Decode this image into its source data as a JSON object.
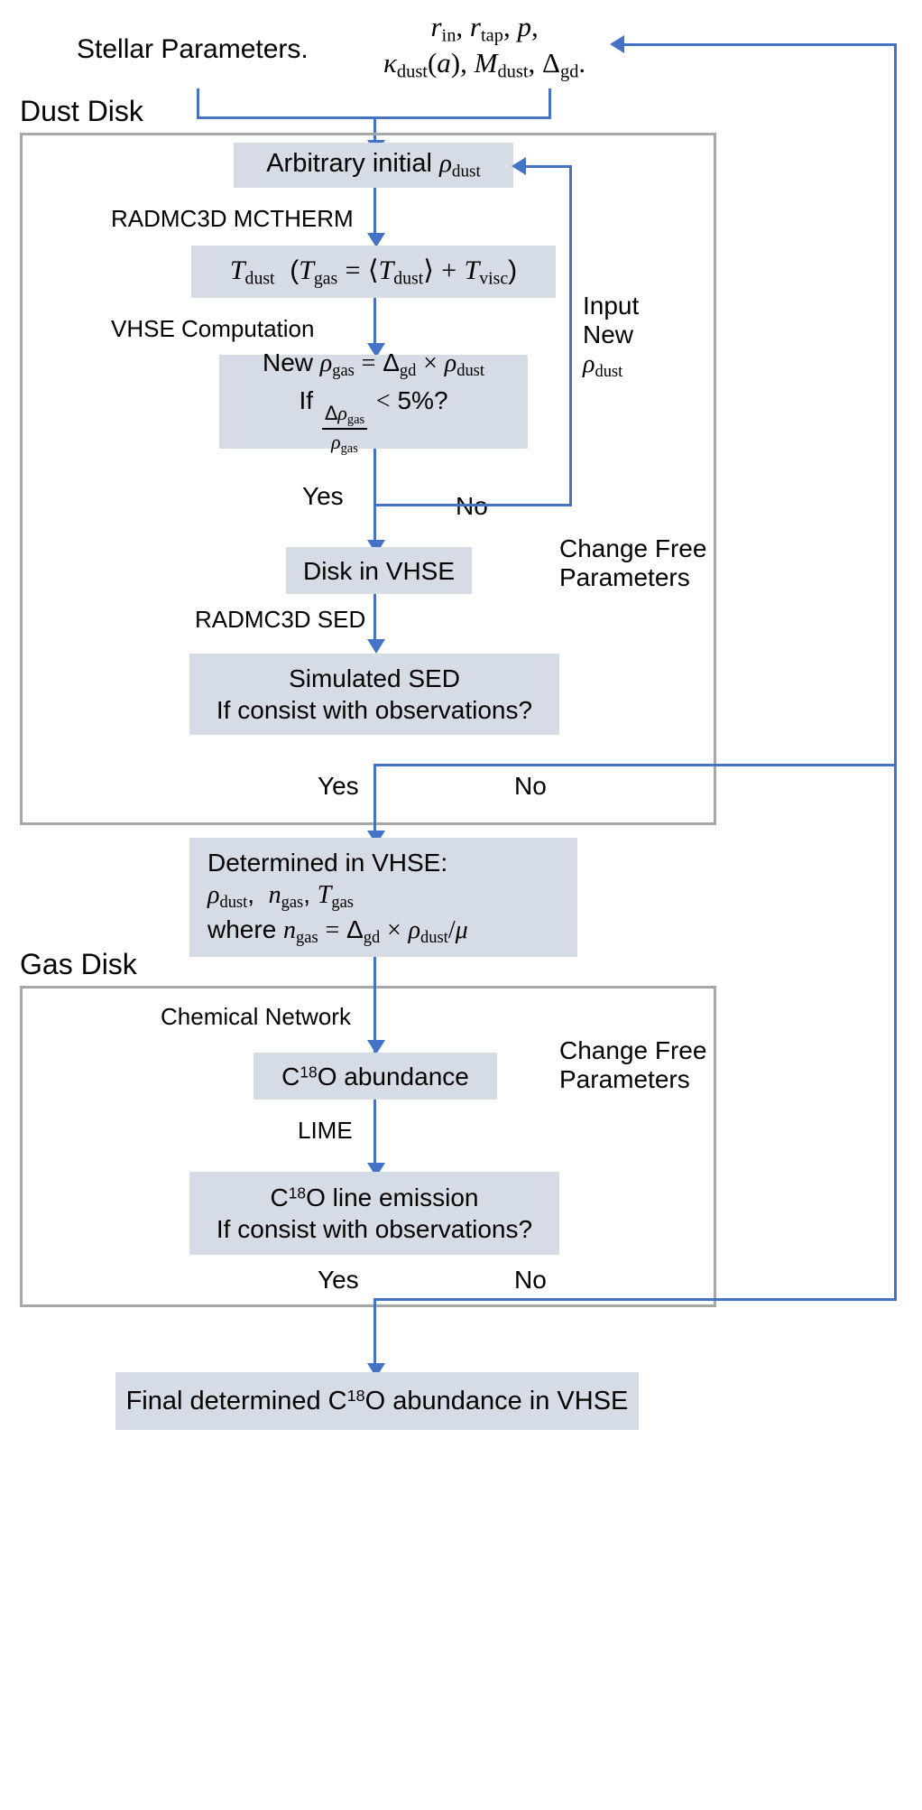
{
  "diagram": {
    "title": "Disk modelling workflow",
    "colors": {
      "box_fill": "#d6dce5",
      "arrow": "#4472c4",
      "group_border": "#a6a6a6",
      "text": "#000000"
    }
  },
  "inputs": {
    "stellar": "Stellar Parameters.",
    "params_line1": "r_in, r_tap, p,",
    "params_line2": "kappa_dust(a), M_dust, Delta_gd."
  },
  "groups": {
    "dust_disk": "Dust Disk",
    "gas_disk": "Gas Disk"
  },
  "dust": {
    "b_initial": "Arbitrary initial ρ_dust",
    "lbl_mctherm": "RADMC3D MCTHERM",
    "b_tdust": "T_dust (T_gas = <T_dust> + T_visc)",
    "lbl_vhse": "VHSE Computation",
    "b_rhogas_l1": "New ρ_gas = Δ_gd × ρ_dust",
    "b_rhogas_l2": "If Δρ_gas/ρ_gas < 5%?",
    "yes1": "Yes",
    "no1": "No",
    "loop_label_l1": "Input",
    "loop_label_l2": "New",
    "loop_label_l3": "ρ_dust",
    "b_vhse": "Disk in VHSE",
    "lbl_sed": "RADMC3D SED",
    "b_sed_l1": "Simulated SED",
    "b_sed_l2": "If consist with observations?",
    "yes2": "Yes",
    "no2": "No",
    "change_free_l1": "Change Free",
    "change_free_l2": "Parameters"
  },
  "determined": {
    "l1": "Determined in VHSE:",
    "l2": "ρ_dust,  n_gas, T_gas",
    "l3": "where n_gas = Δ_gd × ρ_dust/μ"
  },
  "gas": {
    "lbl_chemnet": "Chemical Network",
    "b_abundance": "C18O abundance",
    "lbl_lime": "LIME",
    "b_line_l1": "C18O line emission",
    "b_line_l2": "If consist with observations?",
    "yes3": "Yes",
    "no3": "No",
    "change_free_l1": "Change Free",
    "change_free_l2": "Parameters"
  },
  "final": {
    "box": "Final determined C18O abundance in VHSE"
  }
}
